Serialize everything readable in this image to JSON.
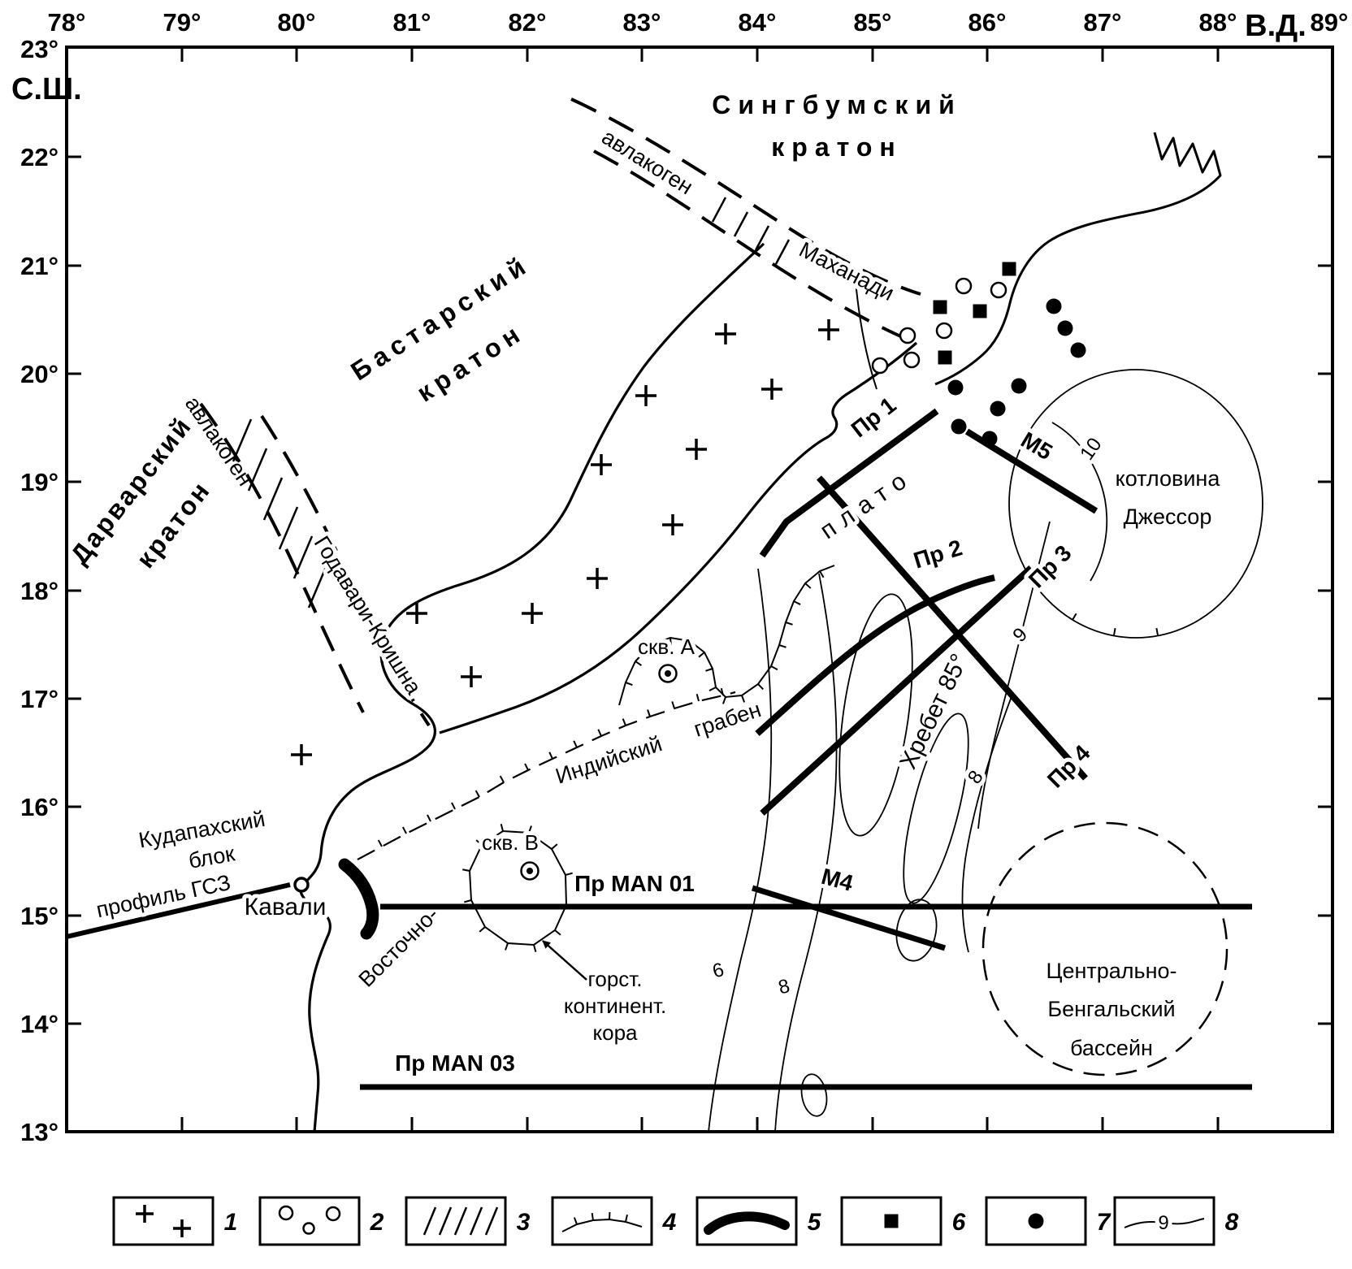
{
  "axes": {
    "lon_unit": "В.Д.",
    "lat_unit": "С.Ш.",
    "lon_ticks": [
      "78°",
      "79°",
      "80°",
      "81°",
      "82°",
      "83°",
      "84°",
      "85°",
      "86°",
      "87°",
      "88°",
      "89°"
    ],
    "lat_ticks": [
      "23°",
      "22°",
      "21°",
      "20°",
      "19°",
      "18°",
      "17°",
      "16°",
      "15°",
      "14°",
      "13°"
    ]
  },
  "regions": {
    "singhbhum_line1": "Сингбумский",
    "singhbhum_line2": "кратон",
    "bastar_line1": "Бастарский",
    "bastar_line2": "кратон",
    "dharwar_line1": "Дарварский",
    "dharwar_line2": "кратон",
    "cuddapah_line1": "Кудапахский",
    "cuddapah_line2": "блок",
    "plateau": "плато",
    "ridge": "Хребет 85°",
    "jessore_line1": "котловина",
    "jessore_line2": "Джессор",
    "bengal_line1": "Центрально-",
    "bengal_line2": "Бенгальский",
    "bengal_line3": "бассейн",
    "vostochno": "Восточно-",
    "graben_word1": "Индийский",
    "graben_word2": "грабен",
    "horst_line1": "горст.",
    "horst_line2": "континент.",
    "horst_line3": "кора"
  },
  "aulacogens": {
    "mahanadi_word1": "авлакоген",
    "mahanadi_word2": "Маханади",
    "godavari_word1": "авлакоген",
    "godavari_word2": "Годавари-Кришна"
  },
  "profiles": {
    "pr1": "Пр 1",
    "pr2": "Пр 2",
    "pr3": "Пр 3",
    "pr4": "Пр 4",
    "m5": "М5",
    "m4": "М4",
    "man01": "Пр MAN 01",
    "man03": "Пр MAN 03",
    "gsz": "профиль ГСЗ"
  },
  "points": {
    "kavali": "Кавали",
    "well_a": "скв. А",
    "well_b": "скв. В"
  },
  "contours": {
    "c10": "10",
    "c9": "9",
    "c8_upper": "8",
    "c6": "6",
    "c8_lower": "8"
  },
  "legend": {
    "items": [
      {
        "num": "1",
        "symbol": "craton-crosses"
      },
      {
        "num": "2",
        "symbol": "open-circles"
      },
      {
        "num": "3",
        "symbol": "diagonal-hatching"
      },
      {
        "num": "4",
        "symbol": "hachured-boundary"
      },
      {
        "num": "5",
        "symbol": "thick-black-body"
      },
      {
        "num": "6",
        "symbol": "filled-square"
      },
      {
        "num": "7",
        "symbol": "filled-circle"
      },
      {
        "num": "8",
        "symbol": "depth-contour"
      }
    ],
    "contour_sample": "9"
  }
}
